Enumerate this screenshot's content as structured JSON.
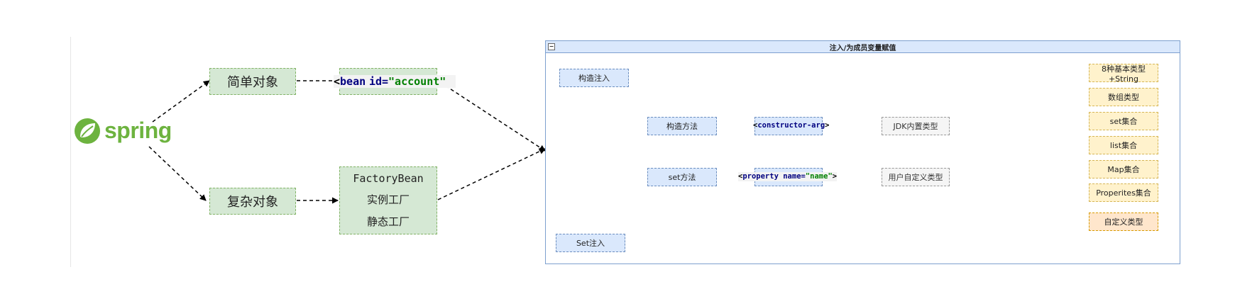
{
  "spring_logo": {
    "text": "spring",
    "color": "#6db33f"
  },
  "left": {
    "simple": "简单对象",
    "complex": "复杂对象",
    "bean": {
      "open": "<",
      "tag": "bean",
      "attr": "id=",
      "value": "\"account\""
    },
    "factory": {
      "line1": "FactoryBean",
      "line2": "实例工厂",
      "line3": "静态工厂"
    }
  },
  "panel": {
    "title": "注入/为成员变量赋值",
    "collapse": "−",
    "ctor_inject": "构造注入",
    "set_inject": "Set注入",
    "ctor_method": "构造方法",
    "set_method": "set方法",
    "ctor_arg": {
      "open": "<",
      "tag": "constructor-arg",
      "close": ">"
    },
    "property": {
      "open": "<",
      "tag": "property",
      "attr": "name=",
      "value": "\"name\"",
      "close": ">"
    },
    "jdk_type": "JDK内置类型",
    "user_type": "用户自定义类型",
    "types": [
      "8种基本类型+String",
      "数组类型",
      "set集合",
      "list集合",
      "Map集合",
      "Properites集合"
    ],
    "custom_type": "自定义类型"
  },
  "colors": {
    "green_fill": "#d5e8d4",
    "blue_fill": "#dae8fc",
    "yellow_fill": "#fff2cc",
    "orange_fill": "#ffe6cc",
    "blue_arrow": "#0000ff",
    "red_arrow": "#ff0000"
  }
}
